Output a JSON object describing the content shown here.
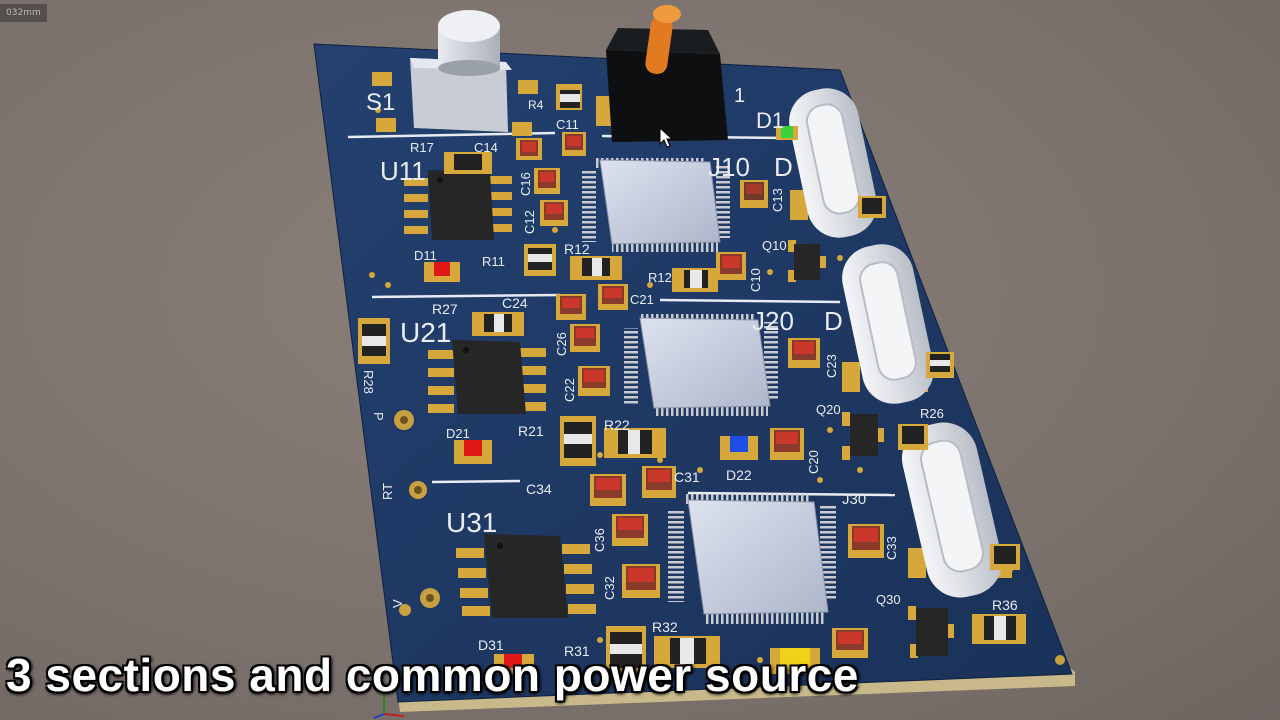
{
  "viewer": {
    "scale_readout": "032mm"
  },
  "caption": "3 sections and common power source",
  "colors": {
    "background": "#7f7570",
    "board": "#1f3a66",
    "silkscreen": "#e8ecf2",
    "pad": "#d6a73a",
    "chip_body": "#2a2a2a",
    "mcu_body": "#c8cfe0",
    "usb_shell": "#e4e6ea",
    "led_red": "#e01818",
    "led_blue": "#1d4fe8",
    "led_yellow": "#f0d21a",
    "led_green": "#3bd23b",
    "knob": "#e27a22"
  },
  "silkscreen": {
    "s1": "S1",
    "r4": "R4",
    "d1": "D1",
    "j1_suffix": "1",
    "r17": "R17",
    "c14": "C14",
    "c11": "C11",
    "u11": "U11",
    "c16": "C16",
    "c12": "C12",
    "j10": "J10",
    "j10_suffix": "D",
    "c13": "C13",
    "q10": "Q10",
    "d11": "D11",
    "r11": "R11",
    "r12a": "R12",
    "r12b": "R12",
    "c10": "C10",
    "r27": "R27",
    "c24": "C24",
    "c21": "C21",
    "u21": "U21",
    "c26": "C26",
    "c22": "C22",
    "j20": "J20",
    "j20_suffix": "D",
    "c23": "C23",
    "r28": "R28",
    "p_mark": "P",
    "q20": "Q20",
    "r26": "R26",
    "d21": "D21",
    "r21": "R21",
    "r22": "R22",
    "d22": "D22",
    "c20": "C20",
    "rt_mark": "RT",
    "c34": "C34",
    "c31": "C31",
    "j30": "J30",
    "u31": "U31",
    "c36": "C36",
    "c32": "C32",
    "c33": "C33",
    "v_mark": "V",
    "q30": "Q30",
    "r36": "R36",
    "d31": "D31",
    "r31": "R31",
    "r32": "R32"
  }
}
